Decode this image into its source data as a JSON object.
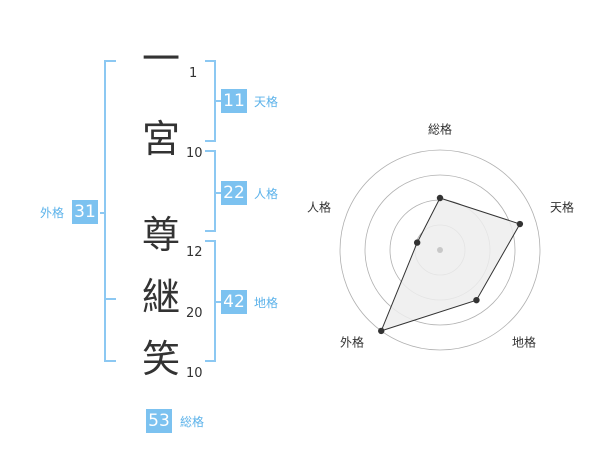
{
  "name": {
    "chars": [
      {
        "char": "一",
        "strokes": "1"
      },
      {
        "char": "宮",
        "strokes": "10"
      },
      {
        "char": "尊",
        "strokes": "12"
      },
      {
        "char": "継",
        "strokes": "20"
      },
      {
        "char": "笑",
        "strokes": "10"
      }
    ]
  },
  "scores": {
    "tenkaku": {
      "label": "天格",
      "value": "11"
    },
    "jinkaku": {
      "label": "人格",
      "value": "22"
    },
    "chikaku": {
      "label": "地格",
      "value": "42"
    },
    "gaikaku": {
      "label": "外格",
      "value": "31"
    },
    "soukaku": {
      "label": "総格",
      "value": "53"
    }
  },
  "colors": {
    "accent": "#7cc2f0",
    "bracket": "#8cc8f2",
    "fill": "#ededed",
    "grid": "#b0b0b0",
    "line": "#333333"
  },
  "chart_data": {
    "type": "radar",
    "axes": [
      "総格",
      "天格",
      "地格",
      "外格",
      "人格"
    ],
    "values": [
      2.6,
      4.2,
      3.1,
      5.0,
      1.2
    ],
    "range": [
      0,
      5
    ],
    "rings": 4
  }
}
